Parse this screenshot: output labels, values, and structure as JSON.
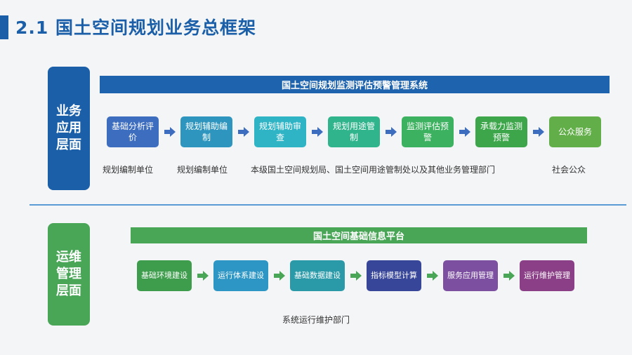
{
  "title": "2.1 国土空间规划业务总框架",
  "top": {
    "side_label": "业务应用层面",
    "banner": "国土空间规划监测评估预警管理系统",
    "steps": [
      {
        "label": "基础分析评价",
        "color": "#3d6dbf"
      },
      {
        "label": "规划辅助编制",
        "color": "#2e95bf"
      },
      {
        "label": "规划辅助审查",
        "color": "#2fb4c6"
      },
      {
        "label": "规划用途管制",
        "color": "#30b48b"
      },
      {
        "label": "监测评估预警",
        "color": "#3cb15f"
      },
      {
        "label": "承载力监测预警",
        "color": "#3da64a"
      },
      {
        "label": "公众服务",
        "color": "#62ae49"
      }
    ],
    "arrow_color": "#3d6dbf",
    "units": [
      "规划编制单位",
      "规划编制单位",
      "本级国土空间规划局、国土空间用途管制处以及其他业务管理部门",
      "社会公众"
    ]
  },
  "bottom": {
    "side_label": "运维管理层面",
    "banner": "国土空间基础信息平台",
    "steps": [
      {
        "label": "基础环境建设",
        "color": "#3e9d4c"
      },
      {
        "label": "运行体系建设",
        "color": "#2d96c4"
      },
      {
        "label": "基础数据建设",
        "color": "#2a9aa8"
      },
      {
        "label": "指标模型计算",
        "color": "#38469a"
      },
      {
        "label": "服务应用管理",
        "color": "#7c4fa0"
      },
      {
        "label": "运行维护管理",
        "color": "#8a3f86"
      }
    ],
    "arrow_color": "#4aa657",
    "dept": "系统运行维护部门"
  }
}
